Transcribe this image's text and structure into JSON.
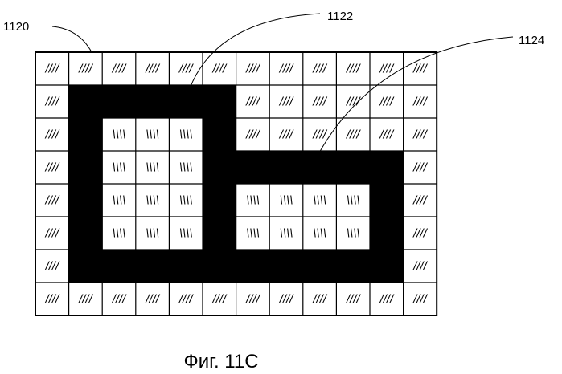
{
  "figure": {
    "caption": "Фиг. 11С",
    "reference_labels": [
      {
        "id": "1120",
        "text": "1120"
      },
      {
        "id": "1122",
        "text": "1122"
      },
      {
        "id": "1124",
        "text": "1124"
      }
    ],
    "hatch_marks": {
      "forward": "////",
      "backward": "\\\\\\\\"
    },
    "grid": {
      "rows": 8,
      "cols": 12,
      "layout": [
        "FFFFFFFFFFFF",
        "FKKKKKFFFFFF",
        "FKBBBKFFFFFF",
        "FKBBBKKKKKKF",
        "FKBBBKBBBBKF",
        "FKBBBKBBBBKF",
        "FKKKKKKKKKKF",
        "FFFFFFFFFFFF"
      ]
    },
    "colors": {
      "cell_fill": "#ffffff",
      "filled": "#000000",
      "grid_line": "#000000"
    }
  }
}
